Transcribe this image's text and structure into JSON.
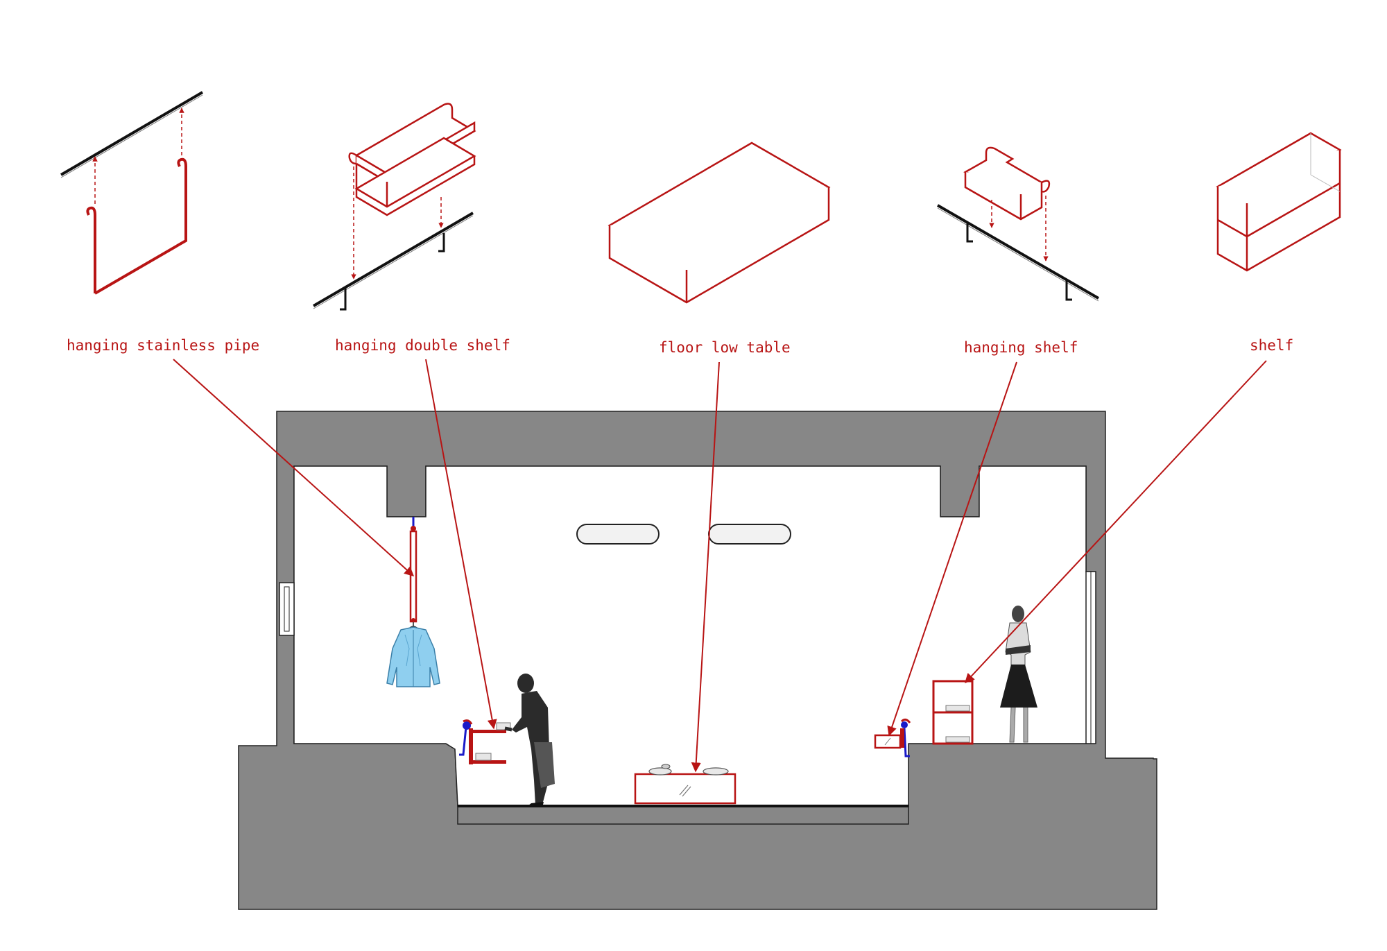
{
  "colors": {
    "accent": "#b81414",
    "wall": "#878787",
    "ink": "#111111",
    "hanger_blue": "#1a1ac8",
    "shirt_blue": "#8fcfef"
  },
  "labels": {
    "pipe": "hanging stainless pipe",
    "double_shelf": "hanging double shelf",
    "low_table": "floor low table",
    "hanging_shelf": "hanging shelf",
    "shelf": "shelf"
  }
}
